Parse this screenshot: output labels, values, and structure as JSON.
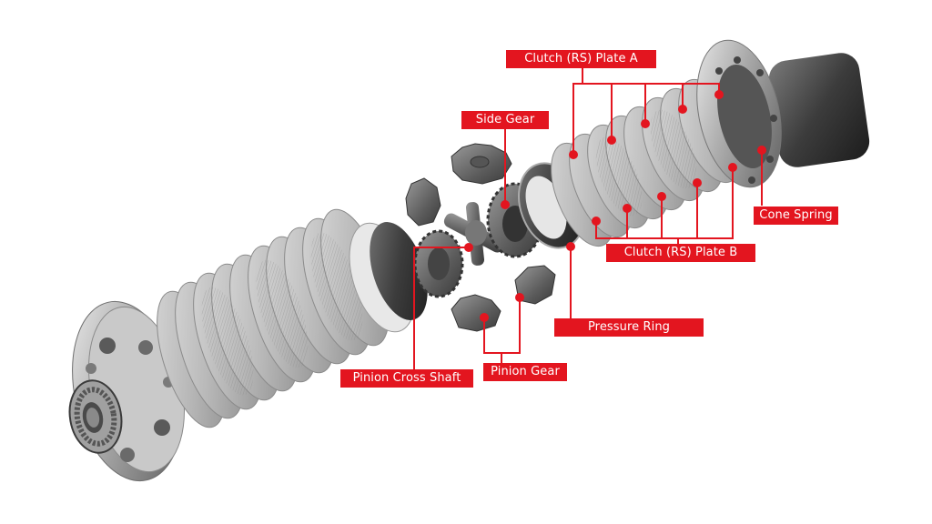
{
  "diagram": {
    "type": "exploded-parts-diagram",
    "subject": "Limited-slip differential (exploded view)",
    "accent_color": "#e3151f",
    "labels": [
      {
        "id": "clutch-plate-a",
        "text": "Clutch (RS) Plate A"
      },
      {
        "id": "side-gear",
        "text": "Side Gear"
      },
      {
        "id": "cone-spring",
        "text": "Cone Spring"
      },
      {
        "id": "clutch-plate-b",
        "text": "Clutch (RS) Plate B"
      },
      {
        "id": "pressure-ring",
        "text": "Pressure Ring"
      },
      {
        "id": "pinion-cross-shaft",
        "text": "Pinion Cross Shaft"
      },
      {
        "id": "pinion-gear",
        "text": "Pinion Gear"
      }
    ]
  }
}
